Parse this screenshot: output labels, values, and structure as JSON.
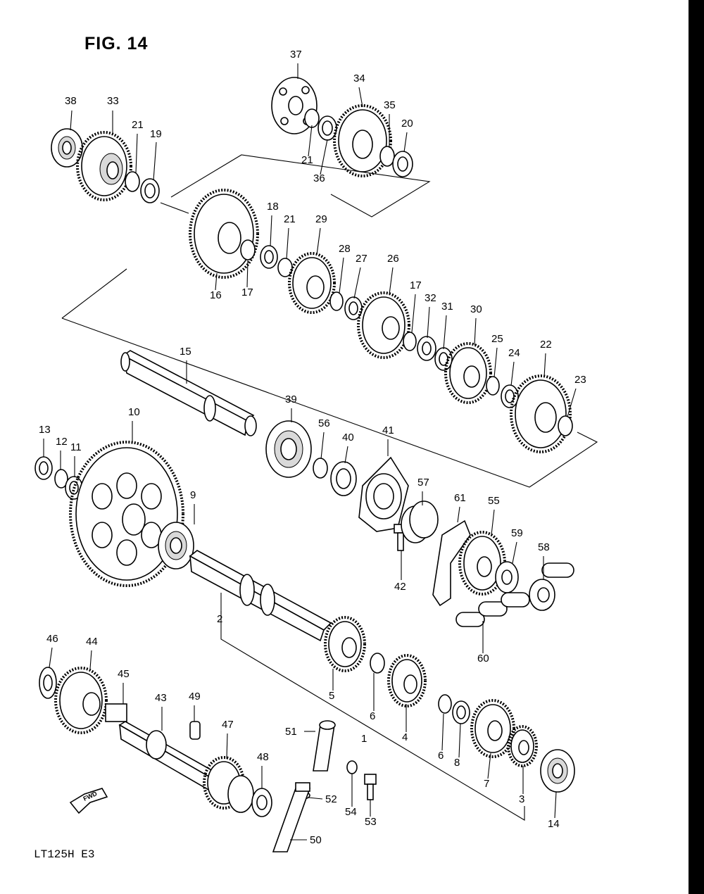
{
  "title": "FIG. 14",
  "model_code": "LT125H E3",
  "fwd_label": "FWD",
  "callouts": [
    {
      "id": "1",
      "label": "1"
    },
    {
      "id": "2",
      "label": "2"
    },
    {
      "id": "3",
      "label": "3"
    },
    {
      "id": "4",
      "label": "4"
    },
    {
      "id": "5",
      "label": "5"
    },
    {
      "id": "6a",
      "label": "6"
    },
    {
      "id": "6b",
      "label": "6"
    },
    {
      "id": "7",
      "label": "7"
    },
    {
      "id": "8",
      "label": "8"
    },
    {
      "id": "9",
      "label": "9"
    },
    {
      "id": "10",
      "label": "10"
    },
    {
      "id": "11",
      "label": "11"
    },
    {
      "id": "12",
      "label": "12"
    },
    {
      "id": "13",
      "label": "13"
    },
    {
      "id": "14",
      "label": "14"
    },
    {
      "id": "15",
      "label": "15"
    },
    {
      "id": "16",
      "label": "16"
    },
    {
      "id": "17a",
      "label": "17"
    },
    {
      "id": "17b",
      "label": "17"
    },
    {
      "id": "18",
      "label": "18"
    },
    {
      "id": "19",
      "label": "19"
    },
    {
      "id": "20",
      "label": "20"
    },
    {
      "id": "21a",
      "label": "21"
    },
    {
      "id": "21b",
      "label": "21"
    },
    {
      "id": "21c",
      "label": "21"
    },
    {
      "id": "22",
      "label": "22"
    },
    {
      "id": "23",
      "label": "23"
    },
    {
      "id": "24",
      "label": "24"
    },
    {
      "id": "25",
      "label": "25"
    },
    {
      "id": "26",
      "label": "26"
    },
    {
      "id": "27",
      "label": "27"
    },
    {
      "id": "28",
      "label": "28"
    },
    {
      "id": "29",
      "label": "29"
    },
    {
      "id": "30",
      "label": "30"
    },
    {
      "id": "31",
      "label": "31"
    },
    {
      "id": "32",
      "label": "32"
    },
    {
      "id": "33",
      "label": "33"
    },
    {
      "id": "34",
      "label": "34"
    },
    {
      "id": "35",
      "label": "35"
    },
    {
      "id": "36",
      "label": "36"
    },
    {
      "id": "37",
      "label": "37"
    },
    {
      "id": "38",
      "label": "38"
    },
    {
      "id": "39",
      "label": "39"
    },
    {
      "id": "40",
      "label": "40"
    },
    {
      "id": "41",
      "label": "41"
    },
    {
      "id": "42",
      "label": "42"
    },
    {
      "id": "43",
      "label": "43"
    },
    {
      "id": "44",
      "label": "44"
    },
    {
      "id": "45",
      "label": "45"
    },
    {
      "id": "46",
      "label": "46"
    },
    {
      "id": "47",
      "label": "47"
    },
    {
      "id": "48",
      "label": "48"
    },
    {
      "id": "49",
      "label": "49"
    },
    {
      "id": "50",
      "label": "50"
    },
    {
      "id": "51",
      "label": "51"
    },
    {
      "id": "52",
      "label": "52"
    },
    {
      "id": "53",
      "label": "53"
    },
    {
      "id": "54",
      "label": "54"
    },
    {
      "id": "55",
      "label": "55"
    },
    {
      "id": "56",
      "label": "56"
    },
    {
      "id": "57",
      "label": "57"
    },
    {
      "id": "58",
      "label": "58"
    },
    {
      "id": "59",
      "label": "59"
    },
    {
      "id": "60",
      "label": "60"
    },
    {
      "id": "61",
      "label": "61"
    }
  ]
}
